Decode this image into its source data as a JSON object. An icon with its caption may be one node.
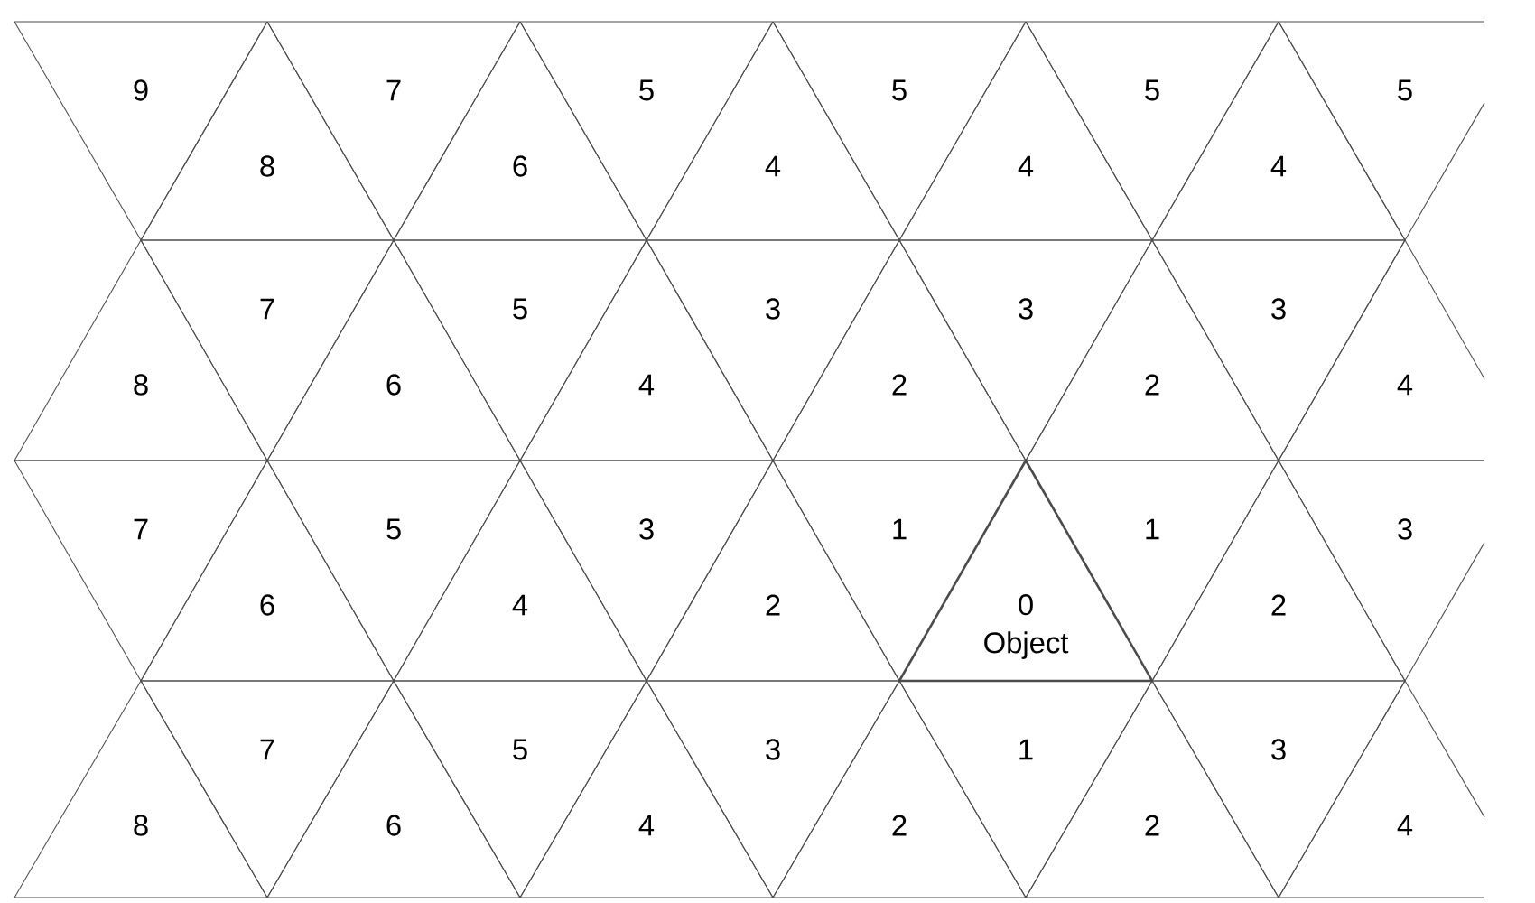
{
  "diagram": {
    "nodes": [
      {
        "text": [
          "9"
        ]
      },
      {
        "text": [
          "8"
        ]
      },
      {
        "text": [
          "7"
        ]
      },
      {
        "text": [
          "6"
        ]
      },
      {
        "text": [
          "5"
        ]
      },
      {
        "text": [
          "4"
        ]
      },
      {
        "text": [
          "5"
        ]
      },
      {
        "text": [
          "4"
        ]
      },
      {
        "text": [
          "5"
        ]
      },
      {
        "text": [
          "4"
        ]
      },
      {
        "text": [
          "5"
        ]
      },
      {
        "text": [
          "8"
        ]
      },
      {
        "text": [
          "7"
        ]
      },
      {
        "text": [
          "6"
        ]
      },
      {
        "text": [
          "5"
        ]
      },
      {
        "text": [
          "4"
        ]
      },
      {
        "text": [
          "3"
        ]
      },
      {
        "text": [
          "2"
        ]
      },
      {
        "text": [
          "3"
        ]
      },
      {
        "text": [
          "2"
        ]
      },
      {
        "text": [
          "3"
        ]
      },
      {
        "text": [
          "4"
        ]
      },
      {
        "text": [
          "7"
        ]
      },
      {
        "text": [
          "6"
        ]
      },
      {
        "text": [
          "5"
        ]
      },
      {
        "text": [
          "4"
        ]
      },
      {
        "text": [
          "3"
        ]
      },
      {
        "text": [
          "2"
        ]
      },
      {
        "text": [
          "1"
        ]
      },
      {
        "text": [
          "0",
          "Object"
        ]
      },
      {
        "text": [
          "1"
        ]
      },
      {
        "text": [
          "2"
        ]
      },
      {
        "text": [
          "3"
        ]
      },
      {
        "text": [
          "8"
        ]
      },
      {
        "text": [
          "7"
        ]
      },
      {
        "text": [
          "6"
        ]
      },
      {
        "text": [
          "5"
        ]
      },
      {
        "text": [
          "4"
        ]
      },
      {
        "text": [
          "3"
        ]
      },
      {
        "text": [
          "2"
        ]
      },
      {
        "text": [
          "1"
        ]
      },
      {
        "text": [
          "2"
        ]
      },
      {
        "text": [
          "3"
        ]
      },
      {
        "text": [
          "4"
        ]
      }
    ]
  }
}
